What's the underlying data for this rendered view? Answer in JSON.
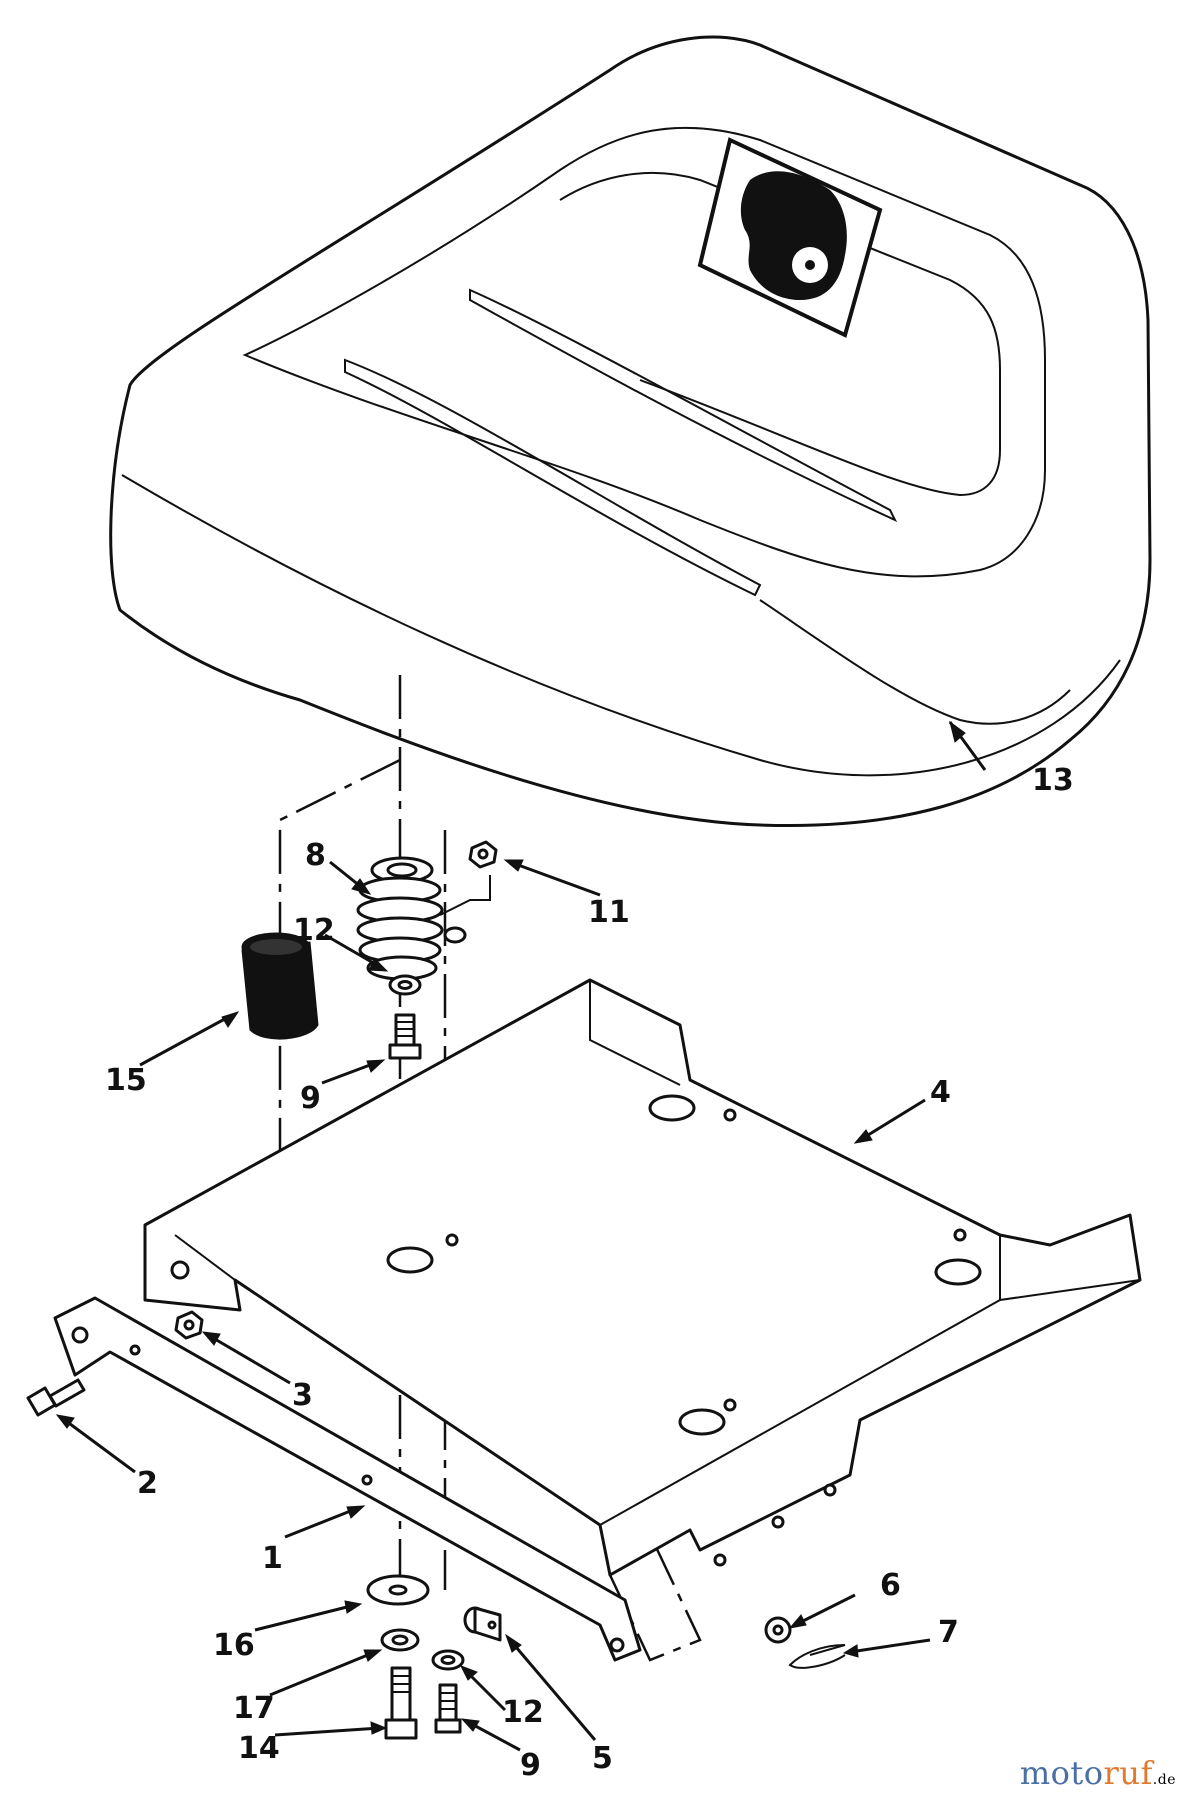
{
  "callouts": [
    {
      "id": "1",
      "label": "1"
    },
    {
      "id": "2",
      "label": "2"
    },
    {
      "id": "3",
      "label": "3"
    },
    {
      "id": "4",
      "label": "4"
    },
    {
      "id": "5",
      "label": "5"
    },
    {
      "id": "6",
      "label": "6"
    },
    {
      "id": "7",
      "label": "7"
    },
    {
      "id": "8",
      "label": "8"
    },
    {
      "id": "9a",
      "label": "9"
    },
    {
      "id": "9b",
      "label": "9"
    },
    {
      "id": "11",
      "label": "11"
    },
    {
      "id": "12a",
      "label": "12"
    },
    {
      "id": "12b",
      "label": "12"
    },
    {
      "id": "13",
      "label": "13"
    },
    {
      "id": "14",
      "label": "14"
    },
    {
      "id": "15",
      "label": "15"
    },
    {
      "id": "16",
      "label": "16"
    },
    {
      "id": "17",
      "label": "17"
    }
  ],
  "watermark": {
    "brand_a": "moto",
    "brand_b": "ruf",
    "suffix": ".de",
    "color_a": "#4a6fa5",
    "color_b": "#e07a2e"
  }
}
